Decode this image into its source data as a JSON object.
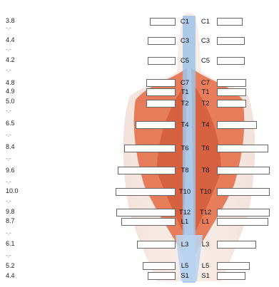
{
  "values": [
    {
      "v": "3.8"
    },
    {
      "v": "4.4"
    },
    {
      "v": "4.2"
    },
    {
      "v": "4.8"
    },
    {
      "v": "4.9"
    },
    {
      "v": "5.0"
    },
    {
      "v": "6.5"
    },
    {
      "v": "8.4"
    },
    {
      "v": "9.6"
    },
    {
      "v": "10.0"
    },
    {
      "v": "9.8"
    },
    {
      "v": "8.7"
    },
    {
      "v": "6.1"
    },
    {
      "v": "5.2"
    },
    {
      "v": "4.4"
    }
  ],
  "separator": "-.-",
  "levels": [
    "C1",
    "C3",
    "C5",
    "C7",
    "T1",
    "T2",
    "T4",
    "T6",
    "T8",
    "T10",
    "T12",
    "L1",
    "L3",
    "L5",
    "S1"
  ],
  "colors": {
    "muscle": "#e4623a",
    "muscle_dark": "#c24020",
    "spine": "#9fc2e6"
  }
}
